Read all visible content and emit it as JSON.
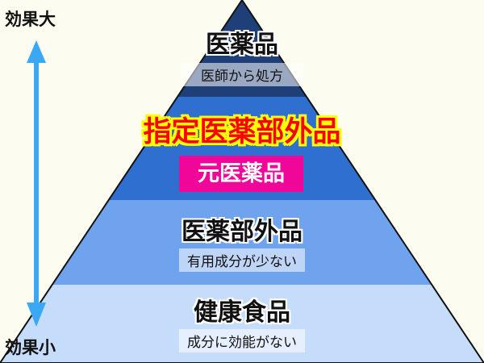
{
  "axis": {
    "top_label": "効果大",
    "bottom_label": "効果小",
    "arrow_color": "#3aa8f5"
  },
  "tiers": [
    {
      "title": "医薬品",
      "description": "医師から処方",
      "color": "#1f3f78"
    },
    {
      "title": "指定医薬部外品",
      "badge": "元医薬品",
      "color": "#2f6fd0",
      "title_color": "#ff0000",
      "badge_color": "#f0079a"
    },
    {
      "title": "医薬部外品",
      "description": "有用成分が少ない",
      "color": "#6fa3ee"
    },
    {
      "title": "健康食品",
      "description": "成分に効能がない",
      "color": "#c5dcfb"
    }
  ]
}
